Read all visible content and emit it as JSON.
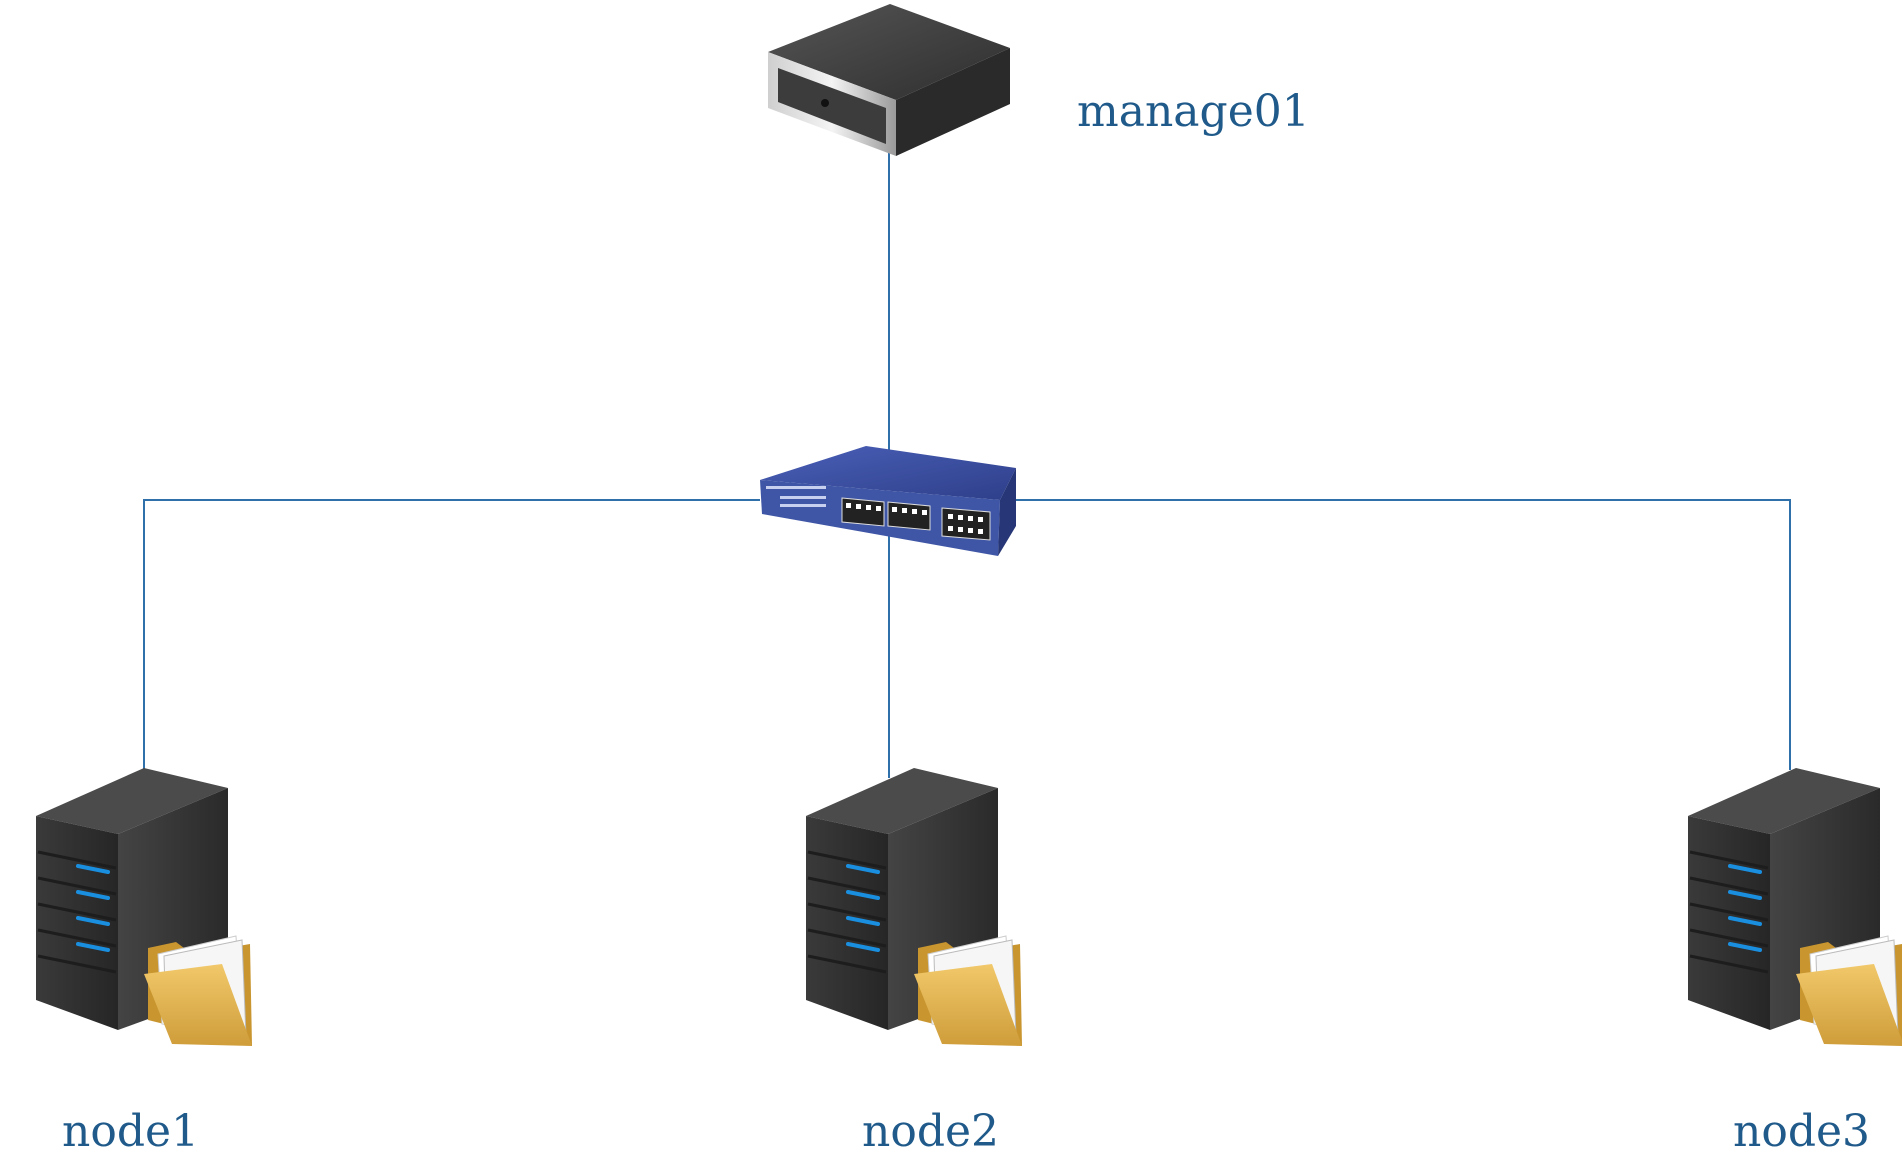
{
  "labels": {
    "manager": "manage01",
    "node1": "node1",
    "node2": "node2",
    "node3": "node3"
  },
  "icons": {
    "manager": "rack-server-icon",
    "switch": "network-switch-icon",
    "nodes": "tower-server-with-folder-icon"
  },
  "colors": {
    "line": "#2f6faa",
    "label": "#1f5a8a",
    "switch": "#3a4f9e",
    "server": "#333333",
    "led": "#1a8fe0",
    "folder": "#e2b552"
  }
}
